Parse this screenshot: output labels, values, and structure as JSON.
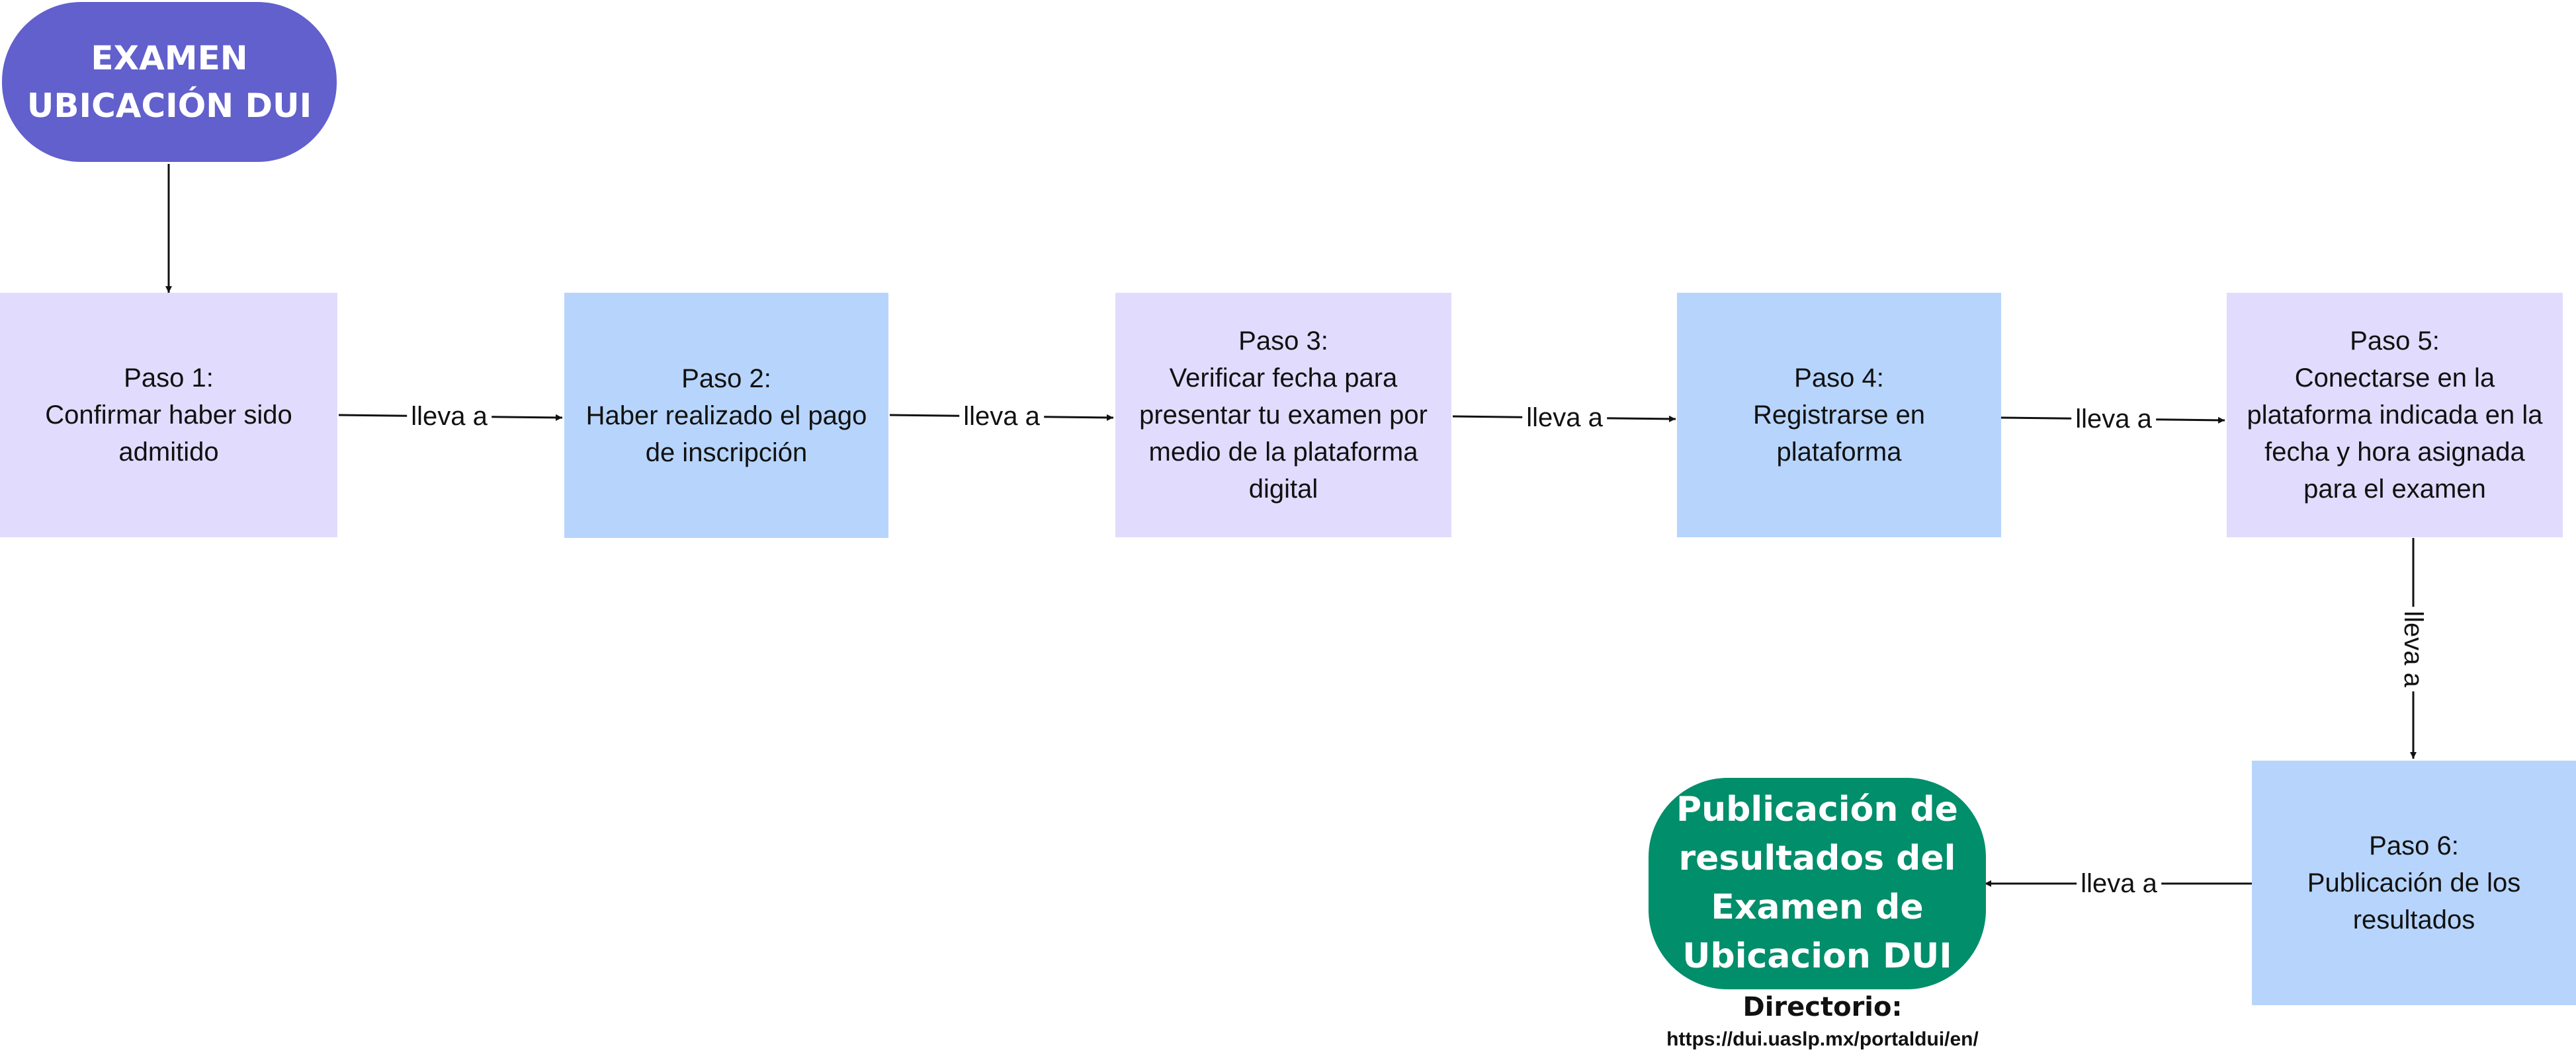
{
  "start": {
    "lines": [
      "EXAMEN",
      "UBICACIÓN DUI"
    ]
  },
  "steps": [
    {
      "lines": [
        "Paso 1:",
        "Confirmar haber sido",
        "admitido"
      ]
    },
    {
      "lines": [
        "Paso 2:",
        "Haber realizado el pago",
        "de inscripción"
      ]
    },
    {
      "lines": [
        "Paso 3:",
        "Verificar fecha para",
        "presentar tu examen por",
        "medio de la plataforma",
        "digital"
      ]
    },
    {
      "lines": [
        "Paso 4:",
        "Registrarse en",
        "plataforma"
      ]
    },
    {
      "lines": [
        "Paso 5:",
        "Conectarse en la",
        "plataforma indicada en la",
        "fecha y hora asignada",
        "para el examen"
      ]
    },
    {
      "lines": [
        "Paso 6:",
        "Publicación de los",
        "resultados"
      ]
    }
  ],
  "end": {
    "lines": [
      "Publicación de",
      "resultados del",
      "Examen de",
      "Ubicacion DUI"
    ]
  },
  "edge_label": "lleva a",
  "directory": {
    "title": "Directorio:",
    "url": "https://dui.uaslp.mx/portaldui/en/"
  },
  "colors": {
    "start_fill": "#6160cc",
    "step_lavender": "#e1dcfd",
    "step_blue": "#b7d5fc",
    "end_fill": "#008e6b"
  }
}
